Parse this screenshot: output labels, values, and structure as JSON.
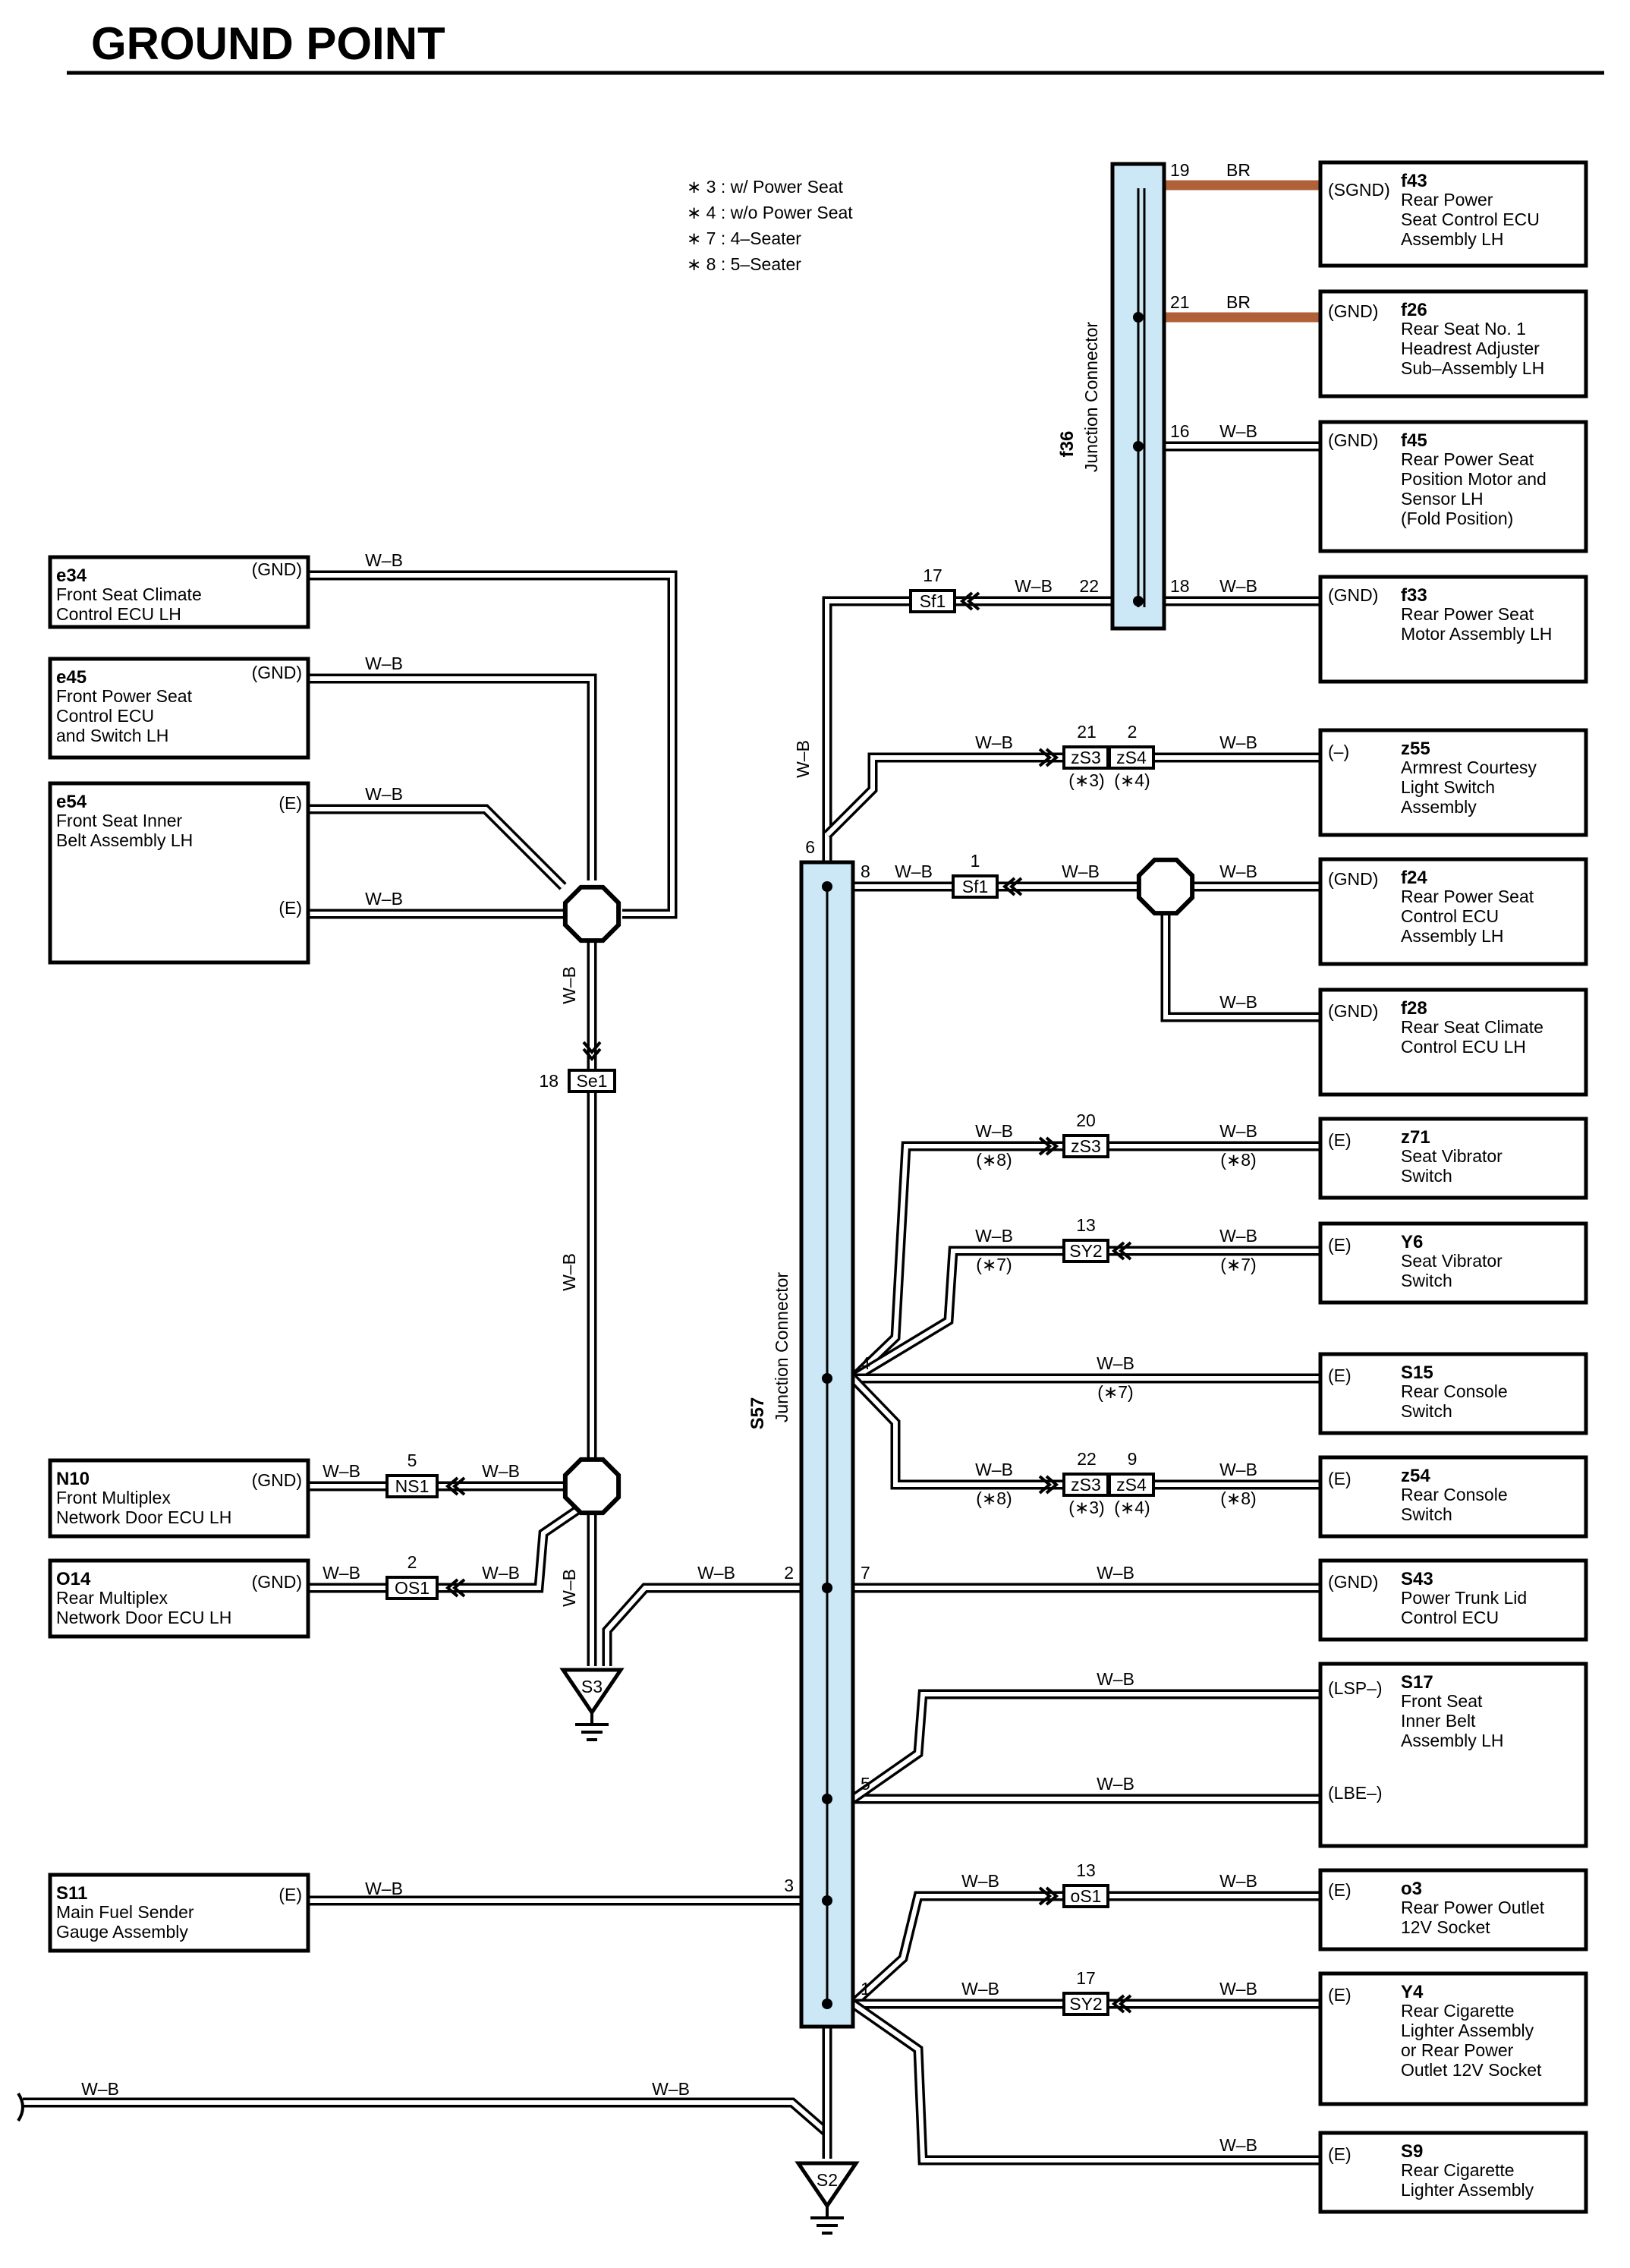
{
  "title": "GROUND POINT",
  "notes": [
    "∗ 3 : w/ Power Seat",
    "∗ 4 : w/o Power Seat",
    "∗ 7 : 4–Seater",
    "∗ 8 : 5–Seater"
  ],
  "wire_colors": {
    "W-B": "#ffffff",
    "BR": "#b0613a"
  },
  "junction_connectors": [
    {
      "code": "f36",
      "label": "Junction Connector"
    },
    {
      "code": "S57",
      "label": "Junction Connector"
    }
  ],
  "grounds": [
    "S3",
    "S2"
  ],
  "right_components": [
    {
      "code": "f43",
      "name": [
        "Rear Power",
        "Seat Control ECU",
        "Assembly LH"
      ],
      "terminals": [
        "(SGND)"
      ]
    },
    {
      "code": "f26",
      "name": [
        "Rear Seat No. 1",
        "Headrest Adjuster",
        "Sub–Assembly LH"
      ],
      "terminals": [
        "(GND)"
      ]
    },
    {
      "code": "f45",
      "name": [
        "Rear Power Seat",
        "Position Motor and",
        "Sensor LH",
        "(Fold Position)"
      ],
      "terminals": [
        "(GND)"
      ]
    },
    {
      "code": "f33",
      "name": [
        "Rear Power Seat",
        "Motor Assembly LH"
      ],
      "terminals": [
        "(GND)"
      ]
    },
    {
      "code": "z55",
      "name": [
        "Armrest Courtesy",
        "Light Switch",
        "Assembly"
      ],
      "terminals": [
        "(–)"
      ]
    },
    {
      "code": "f24",
      "name": [
        "Rear Power Seat",
        "Control ECU",
        "Assembly LH"
      ],
      "terminals": [
        "(GND)"
      ]
    },
    {
      "code": "f28",
      "name": [
        "Rear Seat Climate",
        "Control ECU LH"
      ],
      "terminals": [
        "(GND)"
      ]
    },
    {
      "code": "z71",
      "name": [
        "Seat Vibrator",
        "Switch"
      ],
      "terminals": [
        "(E)"
      ]
    },
    {
      "code": "Y6",
      "name": [
        "Seat Vibrator",
        "Switch"
      ],
      "terminals": [
        "(E)"
      ]
    },
    {
      "code": "S15",
      "name": [
        "Rear Console",
        "Switch"
      ],
      "terminals": [
        "(E)"
      ]
    },
    {
      "code": "z54",
      "name": [
        "Rear Console",
        "Switch"
      ],
      "terminals": [
        "(E)"
      ]
    },
    {
      "code": "S43",
      "name": [
        "Power Trunk Lid",
        "Control ECU"
      ],
      "terminals": [
        "(GND)"
      ]
    },
    {
      "code": "S17",
      "name": [
        "Front Seat",
        "Inner Belt",
        "Assembly LH"
      ],
      "terminals": [
        "(LSP–)",
        "(LBE–)"
      ]
    },
    {
      "code": "o3",
      "name": [
        "Rear Power Outlet",
        "12V Socket"
      ],
      "terminals": [
        "(E)"
      ]
    },
    {
      "code": "Y4",
      "name": [
        "Rear Cigarette",
        "Lighter Assembly",
        "or Rear Power",
        "Outlet 12V Socket"
      ],
      "terminals": [
        "(E)"
      ]
    },
    {
      "code": "S9",
      "name": [
        "Rear Cigarette",
        "Lighter Assembly"
      ],
      "terminals": [
        "(E)"
      ]
    }
  ],
  "left_components": [
    {
      "code": "e34",
      "name": [
        "Front Seat Climate",
        "Control ECU LH"
      ],
      "terminals": [
        "(GND)"
      ]
    },
    {
      "code": "e45",
      "name": [
        "Front Power Seat",
        "Control ECU",
        "and Switch LH"
      ],
      "terminals": [
        "(GND)"
      ]
    },
    {
      "code": "e54",
      "name": [
        "Front Seat Inner",
        "Belt Assembly LH"
      ],
      "terminals": [
        "(E)",
        "(E)"
      ]
    },
    {
      "code": "N10",
      "name": [
        "Front Multiplex",
        "Network Door ECU LH"
      ],
      "terminals": [
        "(GND)"
      ]
    },
    {
      "code": "O14",
      "name": [
        "Rear Multiplex",
        "Network Door ECU LH"
      ],
      "terminals": [
        "(GND)"
      ]
    },
    {
      "code": "S11",
      "name": [
        "Main Fuel Sender",
        "Gauge Assembly"
      ],
      "terminals": [
        "(E)"
      ]
    }
  ],
  "connectors": [
    {
      "id": "Sf1-top",
      "label": "Sf1",
      "pin": "17"
    },
    {
      "id": "zS3-z55",
      "label": "zS3",
      "pin": "21",
      "cond": "(∗3)"
    },
    {
      "id": "zS4-z55",
      "label": "zS4",
      "pin": "2",
      "cond": "(∗4)"
    },
    {
      "id": "Sf1-mid",
      "label": "Sf1",
      "pin": "1"
    },
    {
      "id": "zS3-z71",
      "label": "zS3",
      "pin": "20"
    },
    {
      "id": "SY2-Y6",
      "label": "SY2",
      "pin": "13"
    },
    {
      "id": "zS3-z54",
      "label": "zS3",
      "pin": "22",
      "cond": "(∗3)"
    },
    {
      "id": "zS4-z54",
      "label": "zS4",
      "pin": "9",
      "cond": "(∗4)"
    },
    {
      "id": "oS1",
      "label": "oS1",
      "pin": "13"
    },
    {
      "id": "SY2-Y4",
      "label": "SY2",
      "pin": "17"
    },
    {
      "id": "Se1",
      "label": "Se1",
      "pin": "18"
    },
    {
      "id": "NS1",
      "label": "NS1",
      "pin": "5"
    },
    {
      "id": "OS1",
      "label": "OS1",
      "pin": "2"
    }
  ],
  "wire_labels": {
    "wb": "W–B",
    "br": "BR",
    "cond8": "(∗8)",
    "cond7": "(∗7)"
  },
  "f36_pins": [
    "19",
    "21",
    "16",
    "22",
    "18"
  ],
  "s57_pins": [
    "6",
    "8",
    "4",
    "2",
    "7",
    "5",
    "3",
    "1"
  ]
}
